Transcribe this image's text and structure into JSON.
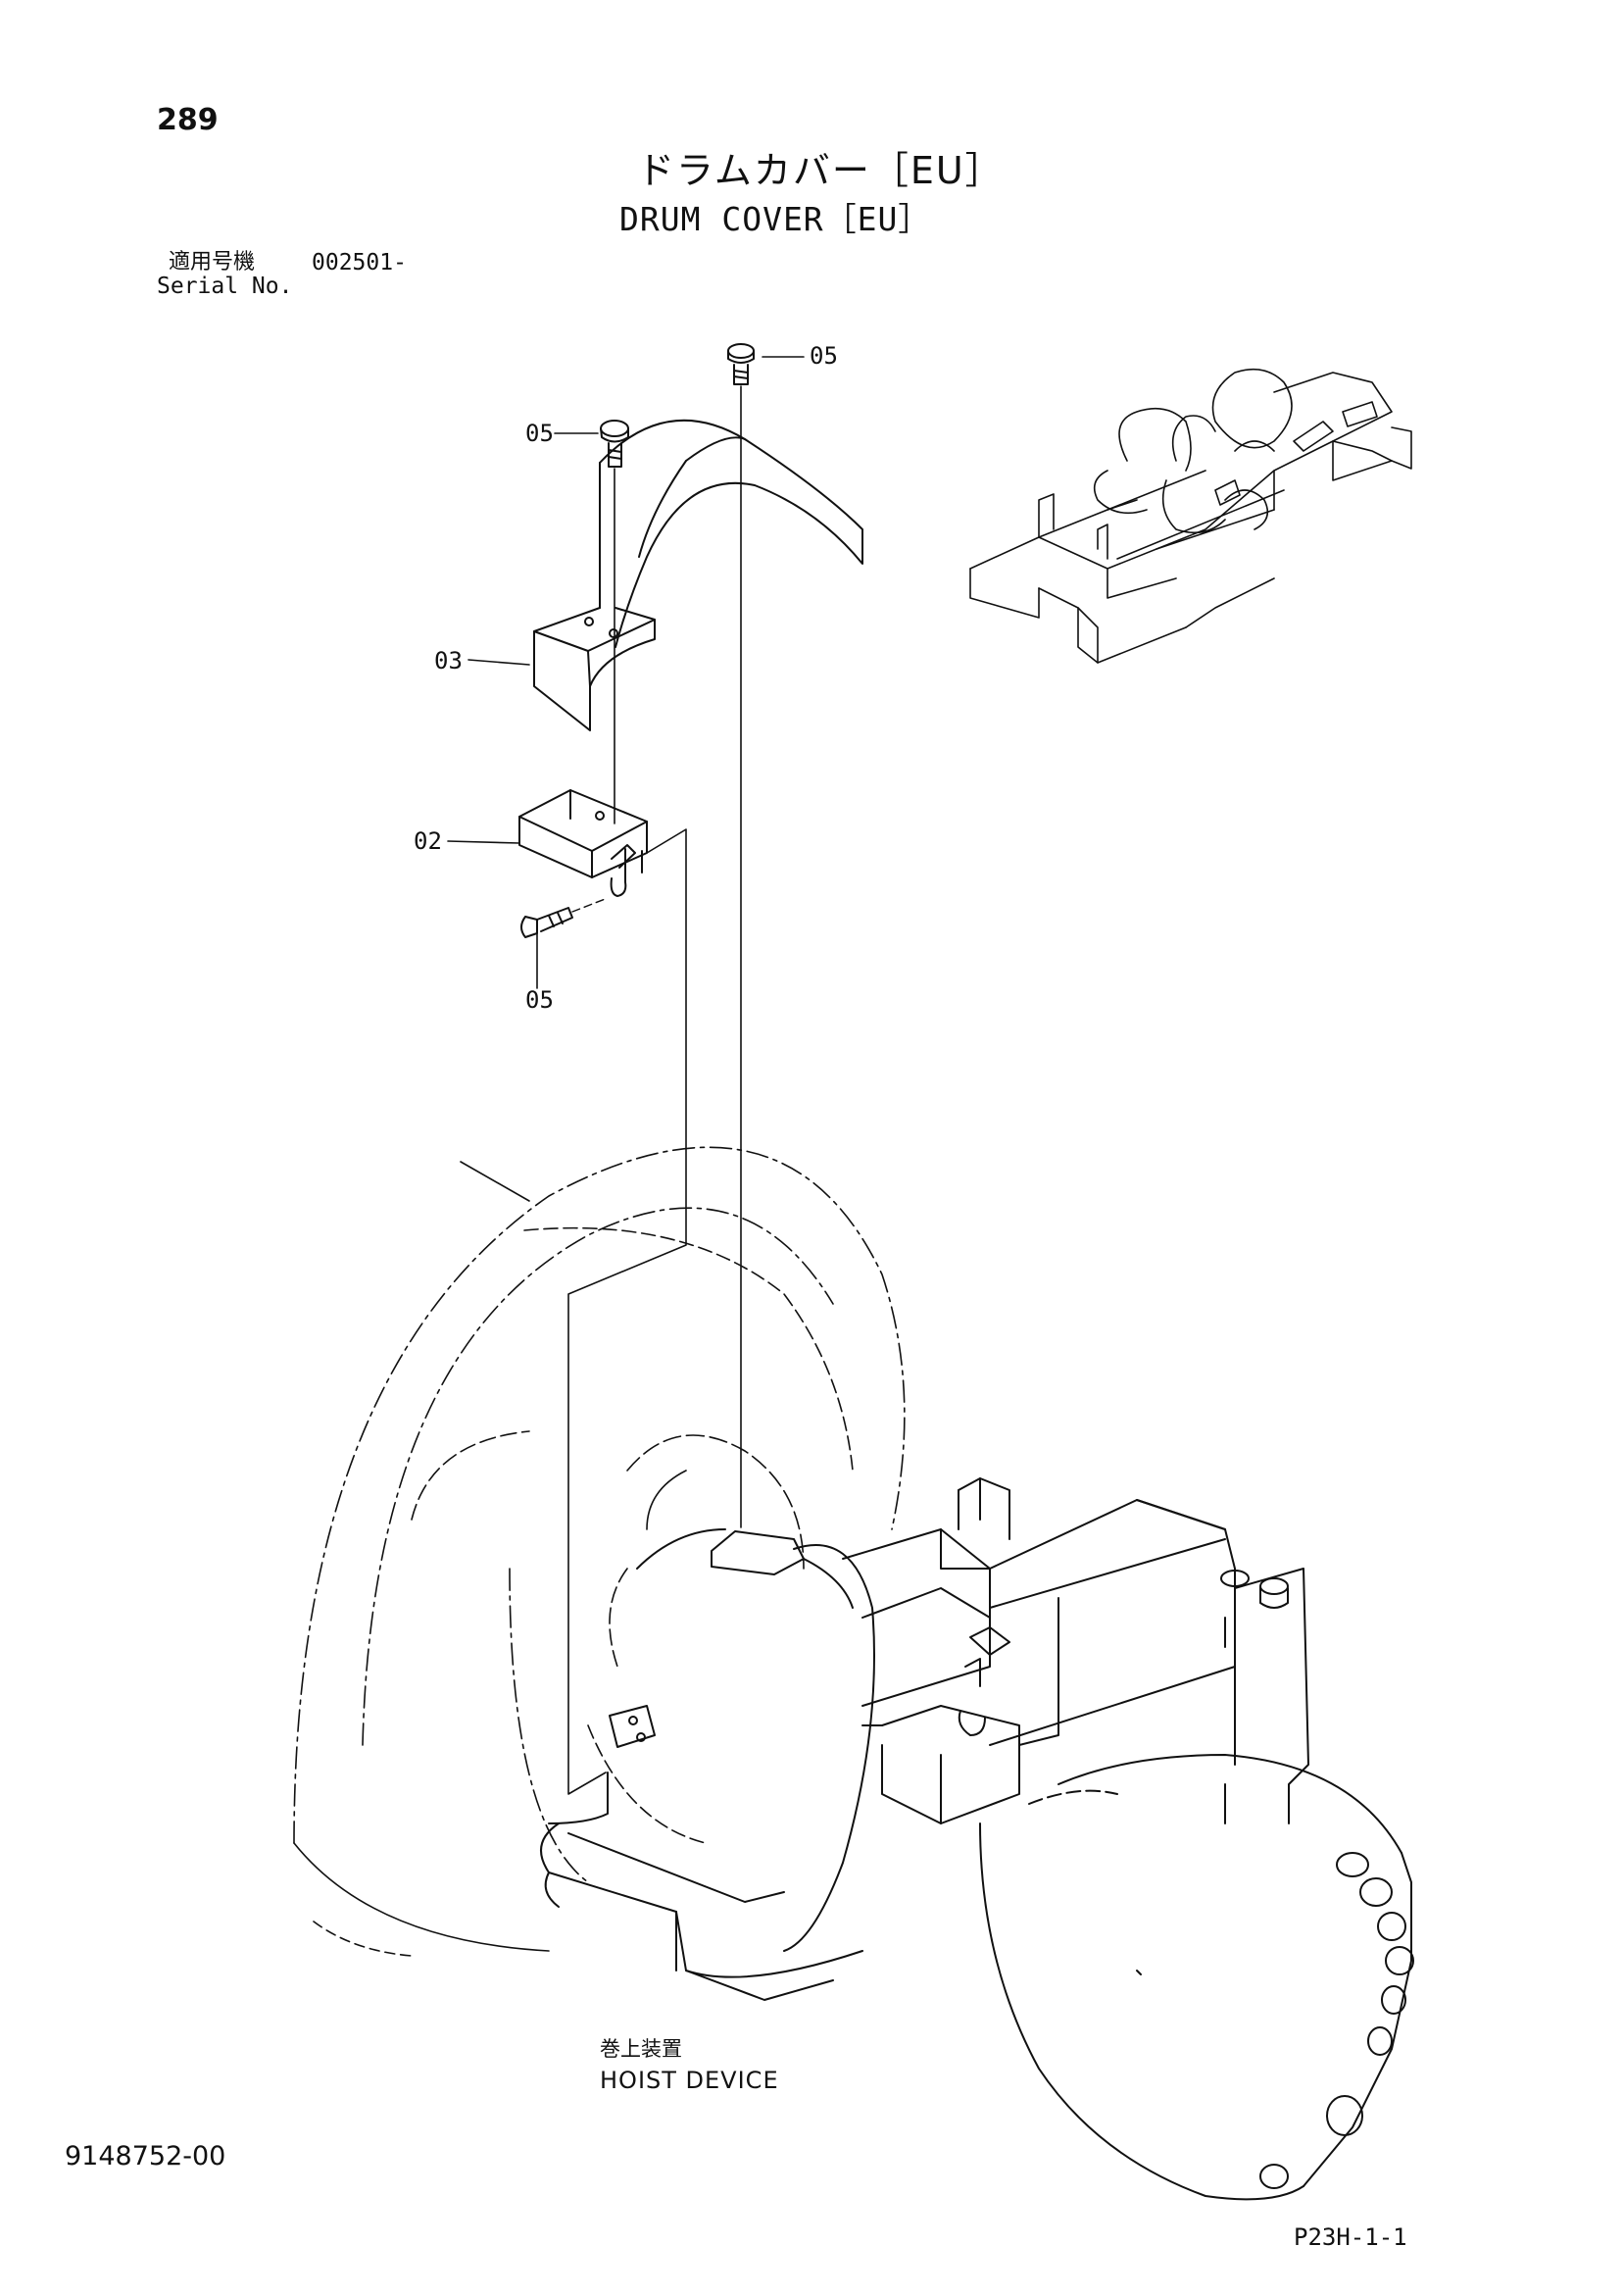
{
  "header": {
    "page_number": "289",
    "title_jp": "ドラムカバー［EU］",
    "title_en": "DRUM COVER［EU］",
    "serial_label_jp": "適用号機",
    "serial_value": "002501-",
    "serial_label_en": "Serial No."
  },
  "callouts": {
    "top": "05",
    "upper_left": "05",
    "cover": "03",
    "bracket": "02",
    "bolt_lower": "05"
  },
  "assembly": {
    "label_jp": "巻上装置",
    "label_en": "HOIST DEVICE"
  },
  "footer": {
    "doc_number": "9148752-00",
    "sheet_code": "P23H-1-1"
  }
}
